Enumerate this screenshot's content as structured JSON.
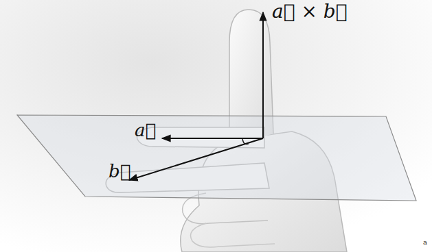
{
  "diagram": {
    "labels": [
      "a⃗ × b⃗",
      "a⃗",
      "b⃗",
      "a"
    ]
  }
}
